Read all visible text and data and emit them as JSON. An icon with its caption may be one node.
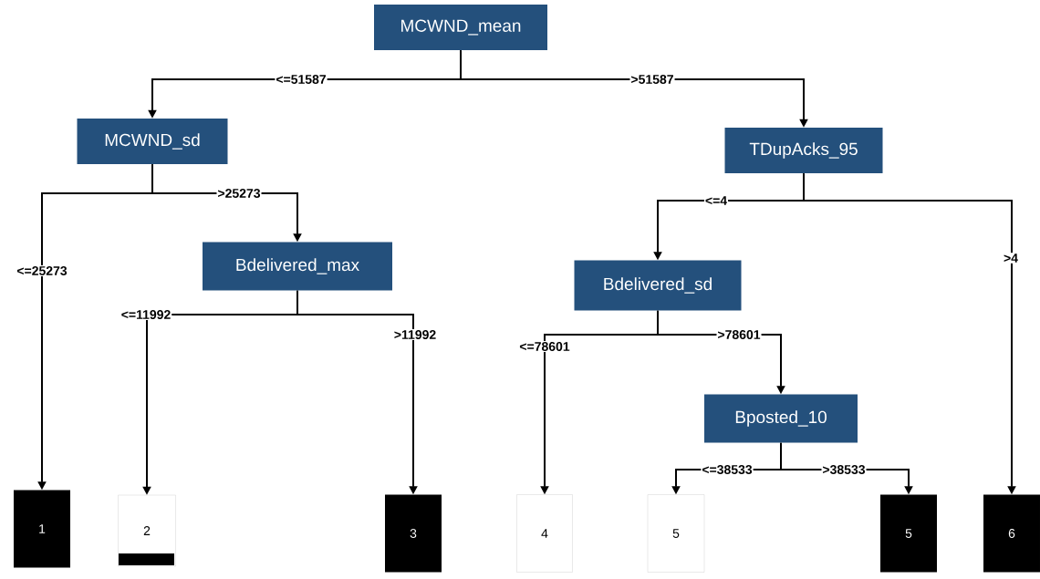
{
  "diagram": {
    "nodes": [
      {
        "text": [
          "MCWND_mean"
        ]
      },
      {
        "text": [
          "MCWND_sd"
        ]
      },
      {
        "text": [
          "TDupAcks_95"
        ]
      },
      {
        "text": [
          "Bdelivered_max"
        ]
      },
      {
        "text": [
          "Bdelivered_sd"
        ]
      },
      {
        "text": [
          "Bposted_10"
        ]
      },
      {
        "text": [
          "1"
        ]
      },
      {
        "text": [
          "2"
        ]
      },
      {
        "text": [
          "3"
        ]
      },
      {
        "text": [
          "4"
        ]
      },
      {
        "text": [
          "5"
        ]
      },
      {
        "text": [
          "5"
        ]
      },
      {
        "text": [
          "6"
        ]
      }
    ],
    "edges": [
      {
        "from": 0,
        "to": 1,
        "arrow": "to",
        "label": "<=51587"
      },
      {
        "from": 0,
        "to": 2,
        "arrow": "to",
        "label": ">51587"
      },
      {
        "from": 1,
        "to": 6,
        "arrow": "to",
        "label": "<=25273"
      },
      {
        "from": 1,
        "to": 3,
        "arrow": "to",
        "label": ">25273"
      },
      {
        "from": 3,
        "to": 7,
        "arrow": "to",
        "label": "<=11992"
      },
      {
        "from": 3,
        "to": 8,
        "arrow": "to",
        "label": ">11992"
      },
      {
        "from": 2,
        "to": 4,
        "arrow": "to",
        "label": "<=4"
      },
      {
        "from": 2,
        "to": 12,
        "arrow": "to",
        "label": ">4"
      },
      {
        "from": 4,
        "to": 9,
        "arrow": "to",
        "label": "<=78601"
      },
      {
        "from": 4,
        "to": 5,
        "arrow": "to",
        "label": ">78601"
      },
      {
        "from": 5,
        "to": 10,
        "arrow": "to",
        "label": "<=38533"
      },
      {
        "from": 5,
        "to": 11,
        "arrow": "to",
        "label": ">38533"
      }
    ]
  }
}
